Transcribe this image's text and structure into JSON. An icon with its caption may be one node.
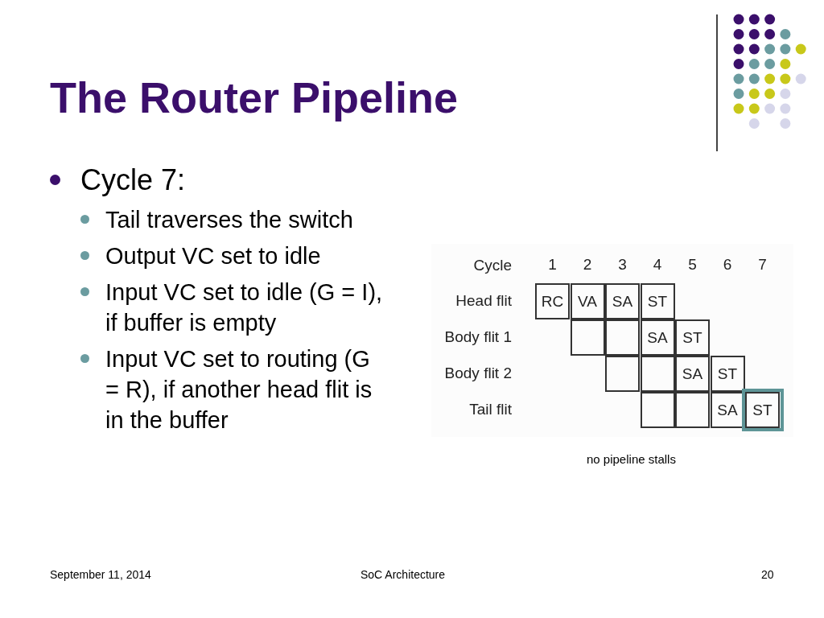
{
  "diagram": {
    "title": "The Router Pipeline",
    "caption": "no pipeline stalls",
    "labels": [
      "Cycle 7:",
      "Tail traverses the switch",
      "Output VC set to idle",
      "Input VC set to idle (G = I), if buffer is empty",
      "Input VC set to routing (G = R), if another head flit is in the buffer",
      "Cycle",
      "1",
      "2",
      "3",
      "4",
      "5",
      "6",
      "7",
      "Head flit",
      "RC",
      "VA",
      "SA",
      "ST",
      "Body flit 1",
      "SA",
      "ST",
      "Body flit 2",
      "SA",
      "ST",
      "Tail flit",
      "SA",
      "ST",
      "September 11, 2014",
      "SoC Architecture",
      "20"
    ]
  }
}
